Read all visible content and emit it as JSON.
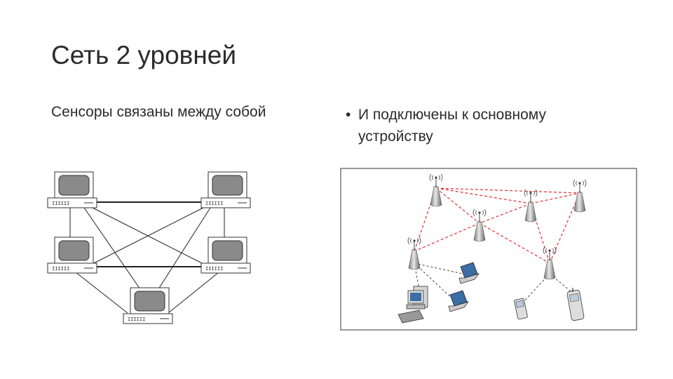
{
  "slide": {
    "title": "Сеть 2 уровней",
    "left_text": "Сенсоры связаны между собой",
    "bullet_marker": "•",
    "bullet_text": "И подключены к основному устройству"
  },
  "left_diagram": {
    "node_count": 5,
    "node_labels": [
      "IIIIII",
      "IIIIII",
      "IIIIII",
      "IIIIII",
      "IIIIII"
    ]
  },
  "right_diagram": {
    "sensor_count": 6,
    "link_color": "#e03030",
    "device_icons": [
      "antenna-tower-icon",
      "laptop-icon",
      "desktop-computer-icon",
      "mobile-phone-icon"
    ]
  }
}
